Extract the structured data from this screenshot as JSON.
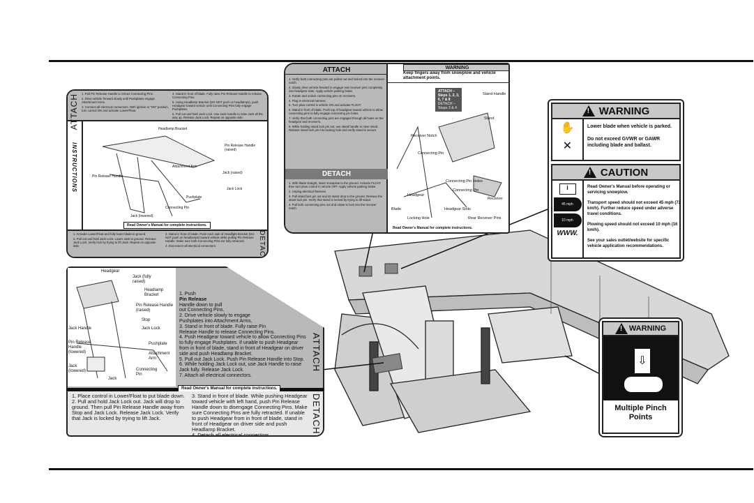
{
  "decal_mid_left": {
    "attach_label": "ATTACH",
    "detach_label": "DETACH",
    "attach_steps": [
      "1. Pull Pin Release Handle to retract Connecting Pins.",
      "2. Drive vehicle forward slowly until Pushplates engage Attachment Arms.",
      "3. Connect all electrical connectors. With ignition in \"ON\" position, turn control ON and activate Lower/Float.",
      "4. Stand in front of blade. Fully raise Pin Release Handle to release Connecting Pins.",
      "5. Using Headlamp Bracket (DO NOT push on headlamps), push Headgear toward vehicle until Connecting Pins fully engage Pushplates.",
      "6. Pull out and hold Jack Lock. Use Jack Handle to raise Jack all the way up. Release Jack Lock. Repeat on opposite side."
    ],
    "detach_steps": [
      "1. Activate Lower/Float and fully lower blade to ground.",
      "2. Pull out and hold Jack Lock. Lower Jack to ground. Release Jack Lock. Verify lock by trying to lift Jack. Repeat on opposite side.",
      "3. Stand in front of blade. Push each side of Headlight Bracket (DO NOT push on headlamps) toward vehicle while pulling Pin Release Handle. Make sure both Connecting Pins are fully retracted.",
      "4. Disconnect all electrical connectors."
    ],
    "read_manual": "Read Owner's Manual for complete instructions.",
    "parts": [
      "Headlamp Bracket",
      "Pin Release Handle (raised)",
      "Attachment Arm",
      "Pin Release Handle",
      "Jack (raised)",
      "Jack Lock",
      "Pushplate",
      "Connecting Pin",
      "Jack (lowered)"
    ],
    "brand_side": "INSTRUCTIONS"
  },
  "decal_top_center": {
    "attach_label": "ATTACH",
    "detach_label": "DETACH",
    "warning_label": "WARNING",
    "warning_text": "Keep fingers away from snowplow and vehicle attachment points.",
    "attach_steps": [
      "1. Verify both connecting pins are pulled out and locked into the receiver notch.",
      "2. Slowly drive vehicle forward to engage rear receiver pins completely into headgear slots. Apply vehicle parking brake.",
      "3. Rotate and unlock connecting pins on receivers.",
      "4. Plug in electrical harness.",
      "5. Turn plow control in vehicle ON and activate FLOAT.",
      "6. Stand in front of blade. Push top of headgear toward vehicle to allow connecting pins to fully engage connecting pin holes.",
      "7. Verify that both connecting pins are engaged through all holes on the headgear and receivers.",
      "8. While holding stand lock pin out, use stand handle to raise stand. Release stand lock pin into locking hole and verify stand is secure."
    ],
    "detach_steps": [
      "1. With blade straight, lower snowplow to the ground. Activate FLOAT, then turn plow control in vehicle OFF. Apply vehicle parking brake.",
      "2. Unplug electrical harness.",
      "3. Pull stand lock pin out and let stand drop to the ground. Release the stand lock pin. Verify that stand is locked by trying to lift stand.",
      "4. Pull both connecting pins out and rotate to lock into the receiver notch."
    ],
    "steps_callout": [
      "ATTACH –",
      "Steps 1, 2, 3,",
      "6, 7 & 8",
      "DETACH –",
      "Steps 3 & 4"
    ],
    "parts": [
      "Stand Handle",
      "Stand",
      "Receiver Notch",
      "Connecting Pin",
      "Headgear",
      "Blade",
      "Locking Hole",
      "Headgear Slots",
      "Connecting Pin Holes",
      "Connecting Pin",
      "Receiver",
      "Rear Receiver Pins"
    ],
    "read_manual": "Read Owner's Manual for complete instructions."
  },
  "decal_bottom_left": {
    "attach_label": "ATTACH",
    "detach_label": "DETACH",
    "parts": [
      "Headgear",
      "Jack (fully raised)",
      "Headlamp Bracket",
      "Pin Release Handle (raised)",
      "Stop",
      "Jack Lock",
      "Jack Handle",
      "Pushplate",
      "Pin Release Handle (lowered)",
      "Attachment Arm",
      "Connecting Pin",
      "Jack (lowered)",
      "Jack"
    ],
    "attach_steps": [
      "1. Push",
      "Pin Release",
      "Handle down to pull",
      "out Connecting Pins.",
      "2. Drive vehicle slowly to engage",
      "Pushplates into Attachment Arms.",
      "3. Stand in front of blade. Fully raise Pin",
      "Release Handle to release Connecting Pins.",
      "4. Push Headgear toward vehicle to allow Connecting Pins",
      "to fully engage Pushplates. If unable to push Headgear",
      "from in front of blade, stand in front of Headgear on driver",
      "side and push Headlamp Bracket.",
      "5. Pull out Jack Lock. Push Pin Release Handle into Stop.",
      "6. While holding Jack Lock out, use Jack Handle to raise",
      "Jack fully. Release Jack Lock.",
      "7. Attach all electrical connectors."
    ],
    "read_manual": "Read Owner's Manual for complete instructions.",
    "detach_left": [
      "1. Place control in Lower/Float to put blade down.",
      "2. Pull and hold Jack Lock out. Jack will drop to ground. Then pull Pin Release Handle away from Stop and Jack Lock. Release Jack Lock. Verify that Jack is locked by trying to lift Jack."
    ],
    "detach_right": [
      "3. Stand in front of blade. While pushing Headgear toward vehicle with left hand, push Pin Release Handle down to disengage Connecting Pins. Make sure Connecting Pins are fully retracted. If unable to push Headgear from in front of blade, stand in front of Headgear on driver side and push Headlamp Bracket.",
      "4. Detach all electrical connectors."
    ]
  },
  "warning_caution": {
    "warning_label": "WARNING",
    "warning_lines": [
      "Lower blade when vehicle is parked.",
      "Do not exceed GVWR or GAWR including blade and ballast."
    ],
    "caution_label": "CAUTION",
    "caution_lines": [
      "Read Owner's Manual before operating or servicing snowplow.",
      "Transport speed should not exceed 45 mph (72 km/h). Further reduce speed under adverse travel conditions.",
      "Plowing speed should not exceed 10 mph (16 km/h).",
      "See your sales outlet/website for specific vehicle application recommendations."
    ],
    "speed_1": "45 mph",
    "speed_2": "10 mph",
    "www": "WWW."
  },
  "pinch_decal": {
    "warning_label": "WARNING",
    "text": "Multiple Pinch Points"
  }
}
